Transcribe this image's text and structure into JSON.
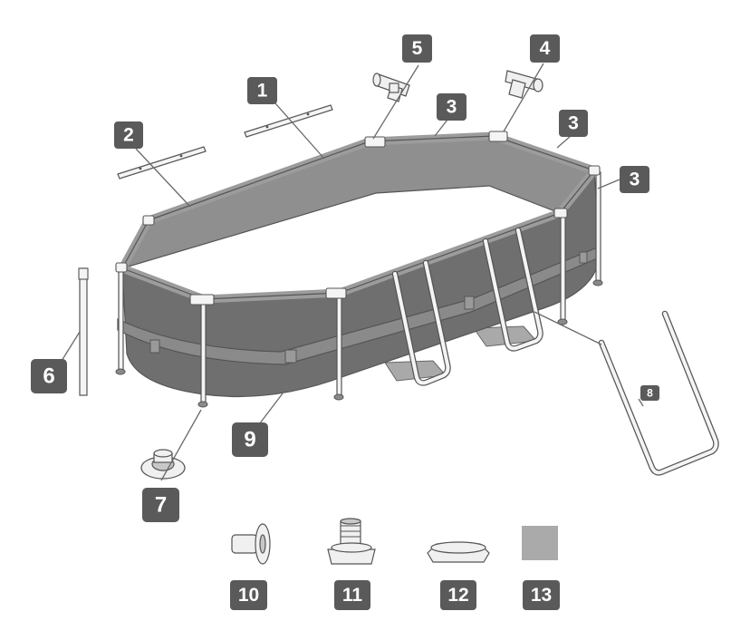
{
  "labels": {
    "rail_long": "1",
    "rail_short_end": "2",
    "top_band_center": "3",
    "top_band_right": "3",
    "top_band_right_end": "3",
    "t_connector_right": "4",
    "t_connector_left": "5",
    "leg_pole": "6",
    "leg_foot_cap": "7",
    "ladder": "8",
    "liner": "9",
    "part_10": "10",
    "part_11": "11",
    "part_12": "12",
    "part_13": "13"
  },
  "colors": {
    "badge": "#5a5a5a",
    "liner": "#7a7a7a",
    "frame": "#f4f4f4",
    "line": "#555555"
  }
}
